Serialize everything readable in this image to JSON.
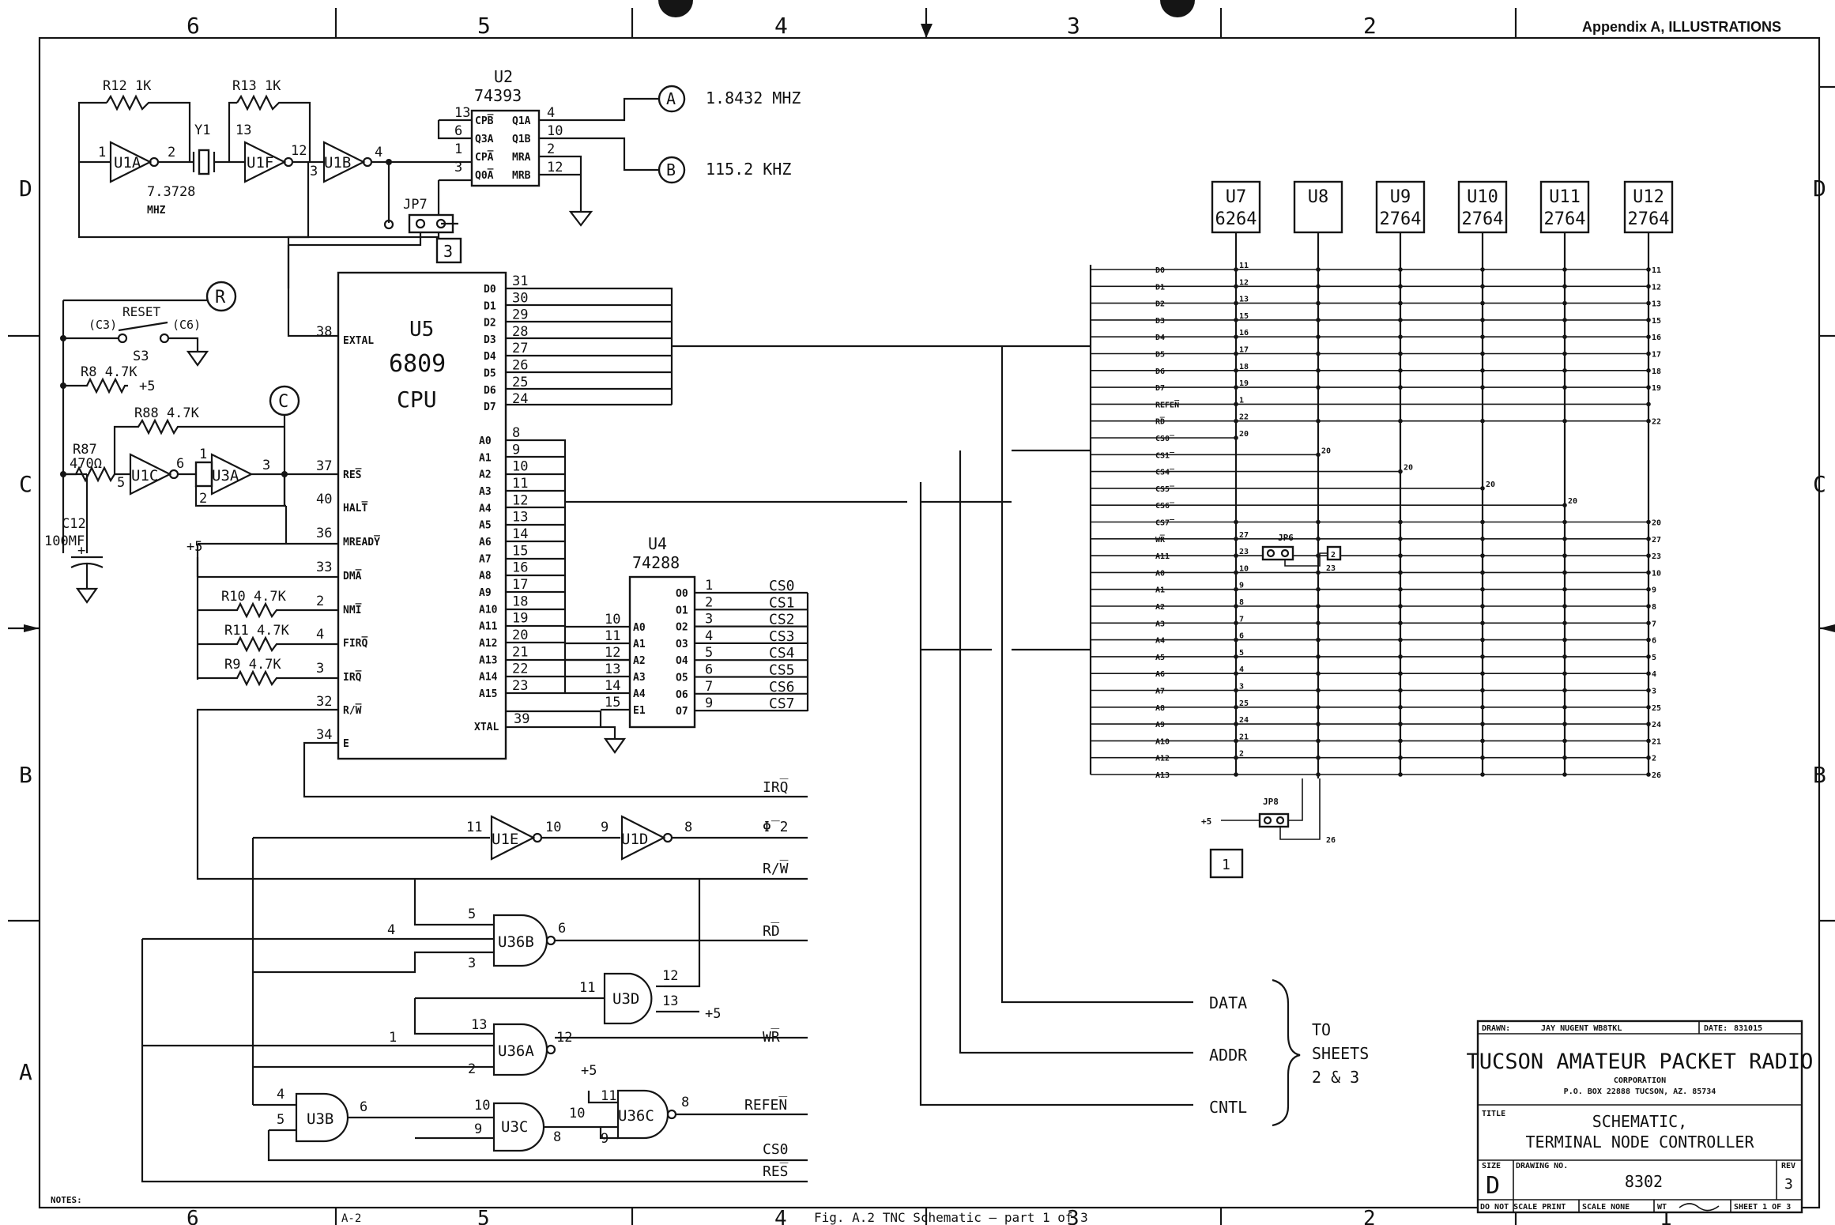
{
  "header": {
    "appendix": "Appendix A, ILLUSTRATIONS",
    "zones_top": [
      "6",
      "5",
      "4",
      "3",
      "2"
    ],
    "zones_bottom": [
      "6",
      "5",
      "4",
      "3",
      "2",
      "1"
    ],
    "rows": [
      "D",
      "C",
      "B",
      "A"
    ]
  },
  "clock": {
    "r12": "R12  1K",
    "r13": "R13  1K",
    "y1": "Y1",
    "u1a": "U1A",
    "u1f": "U1F",
    "u1b": "U1B",
    "xtal_freq_1": "7.3728",
    "xtal_freq_2": "MHZ",
    "u2_ref": "U2",
    "u2_part": "74393",
    "u2_pins_left": [
      "CPB̅",
      "Q3A",
      "CPA̅",
      "Q0A̅"
    ],
    "u2_pins_right": [
      "Q1A",
      "Q1B",
      "MRA",
      "MRB"
    ],
    "u2_nums_left": [
      "13",
      "6",
      "1",
      "3"
    ],
    "u2_nums_right": [
      "4",
      "10",
      "2",
      "12"
    ],
    "jp7": "JP7",
    "jp7_box": "3",
    "tag_a": "A",
    "freq_a": "1.8432 MHZ",
    "tag_b": "B",
    "freq_b": "115.2 KHZ"
  },
  "reset": {
    "label": "RESET",
    "c3": "C3",
    "c6": "C6",
    "s3": "S3",
    "tag_r": "R",
    "r8": "R8 4.7K",
    "plus5_a": "+5",
    "tag_c": "C",
    "r88": "R88 4.7K",
    "r87": "R87",
    "r87_val": "470Ω",
    "u1c": "U1C",
    "u3a": "U3A",
    "c12": "C12",
    "c12_val": "100MF",
    "plus": "+"
  },
  "cpu": {
    "ref": "U5",
    "part": "6809",
    "kind": "CPU",
    "left_pins": [
      "EXTAL",
      "RES̅",
      "HALT̅",
      "MREADY̅",
      "DMA̅",
      "NMI̅",
      "FIRQ̅",
      "IRQ̅",
      "R/W̅",
      "E"
    ],
    "left_nums": [
      "38",
      "37",
      "40",
      "36",
      "33",
      "2",
      "4",
      "3",
      "32",
      "34"
    ],
    "data_pins": [
      "D0",
      "D1",
      "D2",
      "D3",
      "D4",
      "D5",
      "D6",
      "D7"
    ],
    "data_nums": [
      "31",
      "30",
      "29",
      "28",
      "27",
      "26",
      "25",
      "24"
    ],
    "addr_pins": [
      "A0",
      "A1",
      "A2",
      "A3",
      "A4",
      "A5",
      "A6",
      "A7",
      "A8",
      "A9",
      "A10",
      "A11",
      "A12",
      "A13",
      "A14",
      "A15"
    ],
    "addr_nums": [
      "8",
      "9",
      "10",
      "11",
      "12",
      "13",
      "14",
      "15",
      "16",
      "17",
      "18",
      "19",
      "20",
      "21",
      "22",
      "23"
    ],
    "xtal": "XTAL",
    "xtal_num": "39",
    "plus5": "+5",
    "r10": "R10 4.7K",
    "r11": "R11 4.7K",
    "r9": "R9 4.7K"
  },
  "decoder": {
    "ref": "U4",
    "part": "74288",
    "in_pins": [
      "A0",
      "A1",
      "A2",
      "A3",
      "A4",
      "E1"
    ],
    "in_nums": [
      "10",
      "11",
      "12",
      "13",
      "14",
      "15"
    ],
    "out_pins": [
      "O0",
      "O1",
      "O2",
      "O3",
      "O4",
      "O5",
      "O6",
      "O7"
    ],
    "out_nums": [
      "1",
      "2",
      "3",
      "4",
      "5",
      "6",
      "7",
      "9"
    ],
    "outputs": [
      "CS0",
      "CS1",
      "CS2",
      "CS3",
      "CS4",
      "CS5",
      "CS6",
      "CS7"
    ]
  },
  "logic": {
    "irq": "IRQ̅",
    "phi2": "Φ̅ 2",
    "rw": "R/W̅",
    "rd": "RD̅",
    "wr": "WR̅",
    "refen": "REFEN̅",
    "cs0": "CS0",
    "res": "RES̅",
    "u1e": "U1E",
    "u1d": "U1D",
    "u36b": "U36B",
    "u3d": "U3D",
    "u36a": "U36A",
    "u3b": "U3B",
    "u3c": "U3C",
    "u36c": "U36C",
    "plus5": "+5",
    "nums": {
      "u1e_in": "11",
      "u1e_out": "10",
      "u1d_in": "9",
      "u1d_out": "8",
      "u36b_a": "5",
      "u36b_b": "4",
      "u36b_c": "3",
      "u36b_o": "6",
      "u3d_a": "11",
      "u3d_b": "12",
      "u3d_c": "13",
      "u36a_a": "13",
      "u36a_b": "1",
      "u36a_c": "2",
      "u36a_o": "12",
      "u3b_a": "4",
      "u3b_b": "5",
      "u3b_o": "6",
      "u3c_a": "10",
      "u3c_b": "9",
      "u3c_o": "8",
      "u36c_a": "10",
      "u36c_b": "11",
      "u36c_c": "9",
      "u36c_o": "8"
    }
  },
  "buses": {
    "data": "DATA",
    "addr": "ADDR",
    "cntl": "CNTL",
    "to_1": "TO",
    "to_2": "SHEETS",
    "to_3": "2 & 3"
  },
  "memory": {
    "chips": [
      {
        "ref": "U7",
        "part": "6264"
      },
      {
        "ref": "U8",
        "part": ""
      },
      {
        "ref": "U9",
        "part": "2764"
      },
      {
        "ref": "U10",
        "part": "2764"
      },
      {
        "ref": "U11",
        "part": "2764"
      },
      {
        "ref": "U12",
        "part": "2764"
      }
    ],
    "signals": [
      "D0",
      "D1",
      "D2",
      "D3",
      "D4",
      "D5",
      "D6",
      "D7",
      "REFEN̅",
      "RD̅",
      "CS0̅",
      "CS1̅",
      "CS4̅",
      "CS5̅",
      "CS6̅",
      "CS7̅",
      "WR̅",
      "A11",
      "A0",
      "A1",
      "A2",
      "A3",
      "A4",
      "A5",
      "A6",
      "A7",
      "A8",
      "A9",
      "A10",
      "A12",
      "A13"
    ],
    "u7_pins": [
      "11",
      "12",
      "13",
      "15",
      "16",
      "17",
      "18",
      "19",
      "1",
      "22",
      "20",
      "",
      "",
      "",
      "",
      "",
      "27",
      "23",
      "10",
      "9",
      "8",
      "7",
      "6",
      "5",
      "4",
      "3",
      "25",
      "24",
      "21",
      "2",
      ""
    ],
    "u12_pins": [
      "11",
      "12",
      "13",
      "15",
      "16",
      "17",
      "18",
      "19",
      "",
      "22",
      "",
      "",
      "",
      "",
      "",
      "20",
      "27",
      "23",
      "10",
      "9",
      "8",
      "7",
      "6",
      "5",
      "4",
      "3",
      "25",
      "24",
      "21",
      "2",
      "26"
    ],
    "cs_u8": "20",
    "cs_u9": "20",
    "cs_u10": "20",
    "cs_u11": "20",
    "jp6": "JP6",
    "jp6_box": "2",
    "jp6_pin": "23",
    "jp8": "JP8",
    "jp8_plus5": "+5",
    "jp8_pin": "26",
    "jp8_box": "1"
  },
  "title_block": {
    "drawn_label": "DRAWN:",
    "drawn": "JAY NUGENT  WB8TKL",
    "date_label": "DATE:",
    "date": "831015",
    "company": "TUCSON AMATEUR PACKET RADIO",
    "corp": "CORPORATION",
    "address": "P.O. BOX 22888    TUCSON, AZ.  85734",
    "title_label": "TITLE",
    "title_1": "SCHEMATIC,",
    "title_2": "TERMINAL NODE CONTROLLER",
    "size_label": "SIZE",
    "size": "D",
    "drawing_label": "DRAWING NO.",
    "drawing_no": "8302",
    "rev_label": "REV",
    "rev": "3",
    "footer_1": "DO NOT SCALE PRINT",
    "footer_2": "SCALE  NONE",
    "footer_3": "WT",
    "sheet": "SHEET 1 OF 3"
  },
  "footer": {
    "notes": "NOTES:",
    "page": "A-2",
    "caption": "Fig. A.2 TNC Schematic — part 1 of 3"
  }
}
